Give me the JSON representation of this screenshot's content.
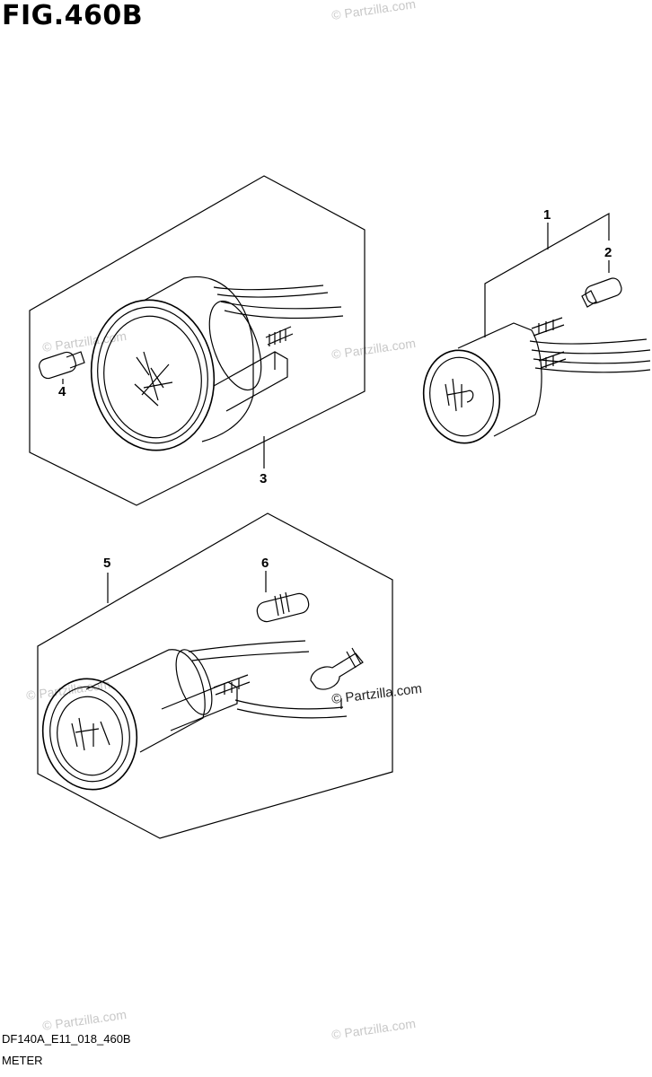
{
  "figure": {
    "title": "FIG.460B",
    "code": "DF140A_E11_018_460B",
    "name": "METER"
  },
  "callouts": [
    "1",
    "2",
    "3",
    "4",
    "5",
    "6"
  ],
  "watermark": "© Partzilla.com",
  "colors": {
    "line": "#000000",
    "watermark": "#c8c8c8",
    "background": "#ffffff"
  }
}
